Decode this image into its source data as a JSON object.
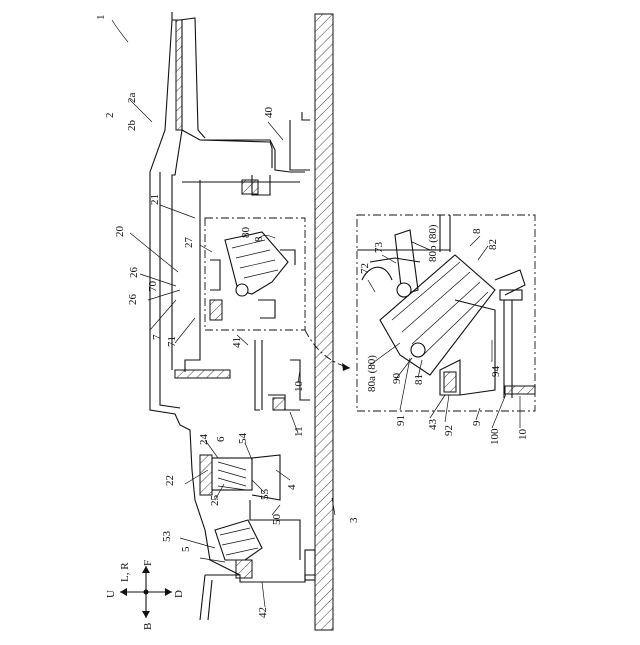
{
  "figure": {
    "labels": {
      "l1": "1",
      "l2": "2",
      "l2a": "2a",
      "l2b": "2b",
      "l3": "3",
      "l4": "4",
      "l5": "5",
      "l6": "6",
      "l7": "7",
      "l8": "8",
      "l9": "9",
      "l10a": "10",
      "l10b": "10",
      "l11": "11",
      "l20": "20",
      "l21": "21",
      "l22": "22",
      "l24": "24",
      "l25": "25",
      "l26a": "26",
      "l26b": "26",
      "l27": "27",
      "l40": "40",
      "l41": "41",
      "l42": "42",
      "l43": "43",
      "l50": "50",
      "l53": "53",
      "l54": "54",
      "l55": "55",
      "l70": "70",
      "l71": "71",
      "l72": "72",
      "l73": "73",
      "l80": "80",
      "l80a": "80a (80)",
      "l80b": "80b (80)",
      "l81": "81",
      "l82": "82",
      "l8b": "8",
      "l90": "90",
      "l91": "91",
      "l92": "92",
      "l94": "94",
      "l100": "100"
    },
    "directions": {
      "lr": "L, R",
      "u": "U",
      "b": "B",
      "d": "D",
      "f": "F"
    }
  }
}
